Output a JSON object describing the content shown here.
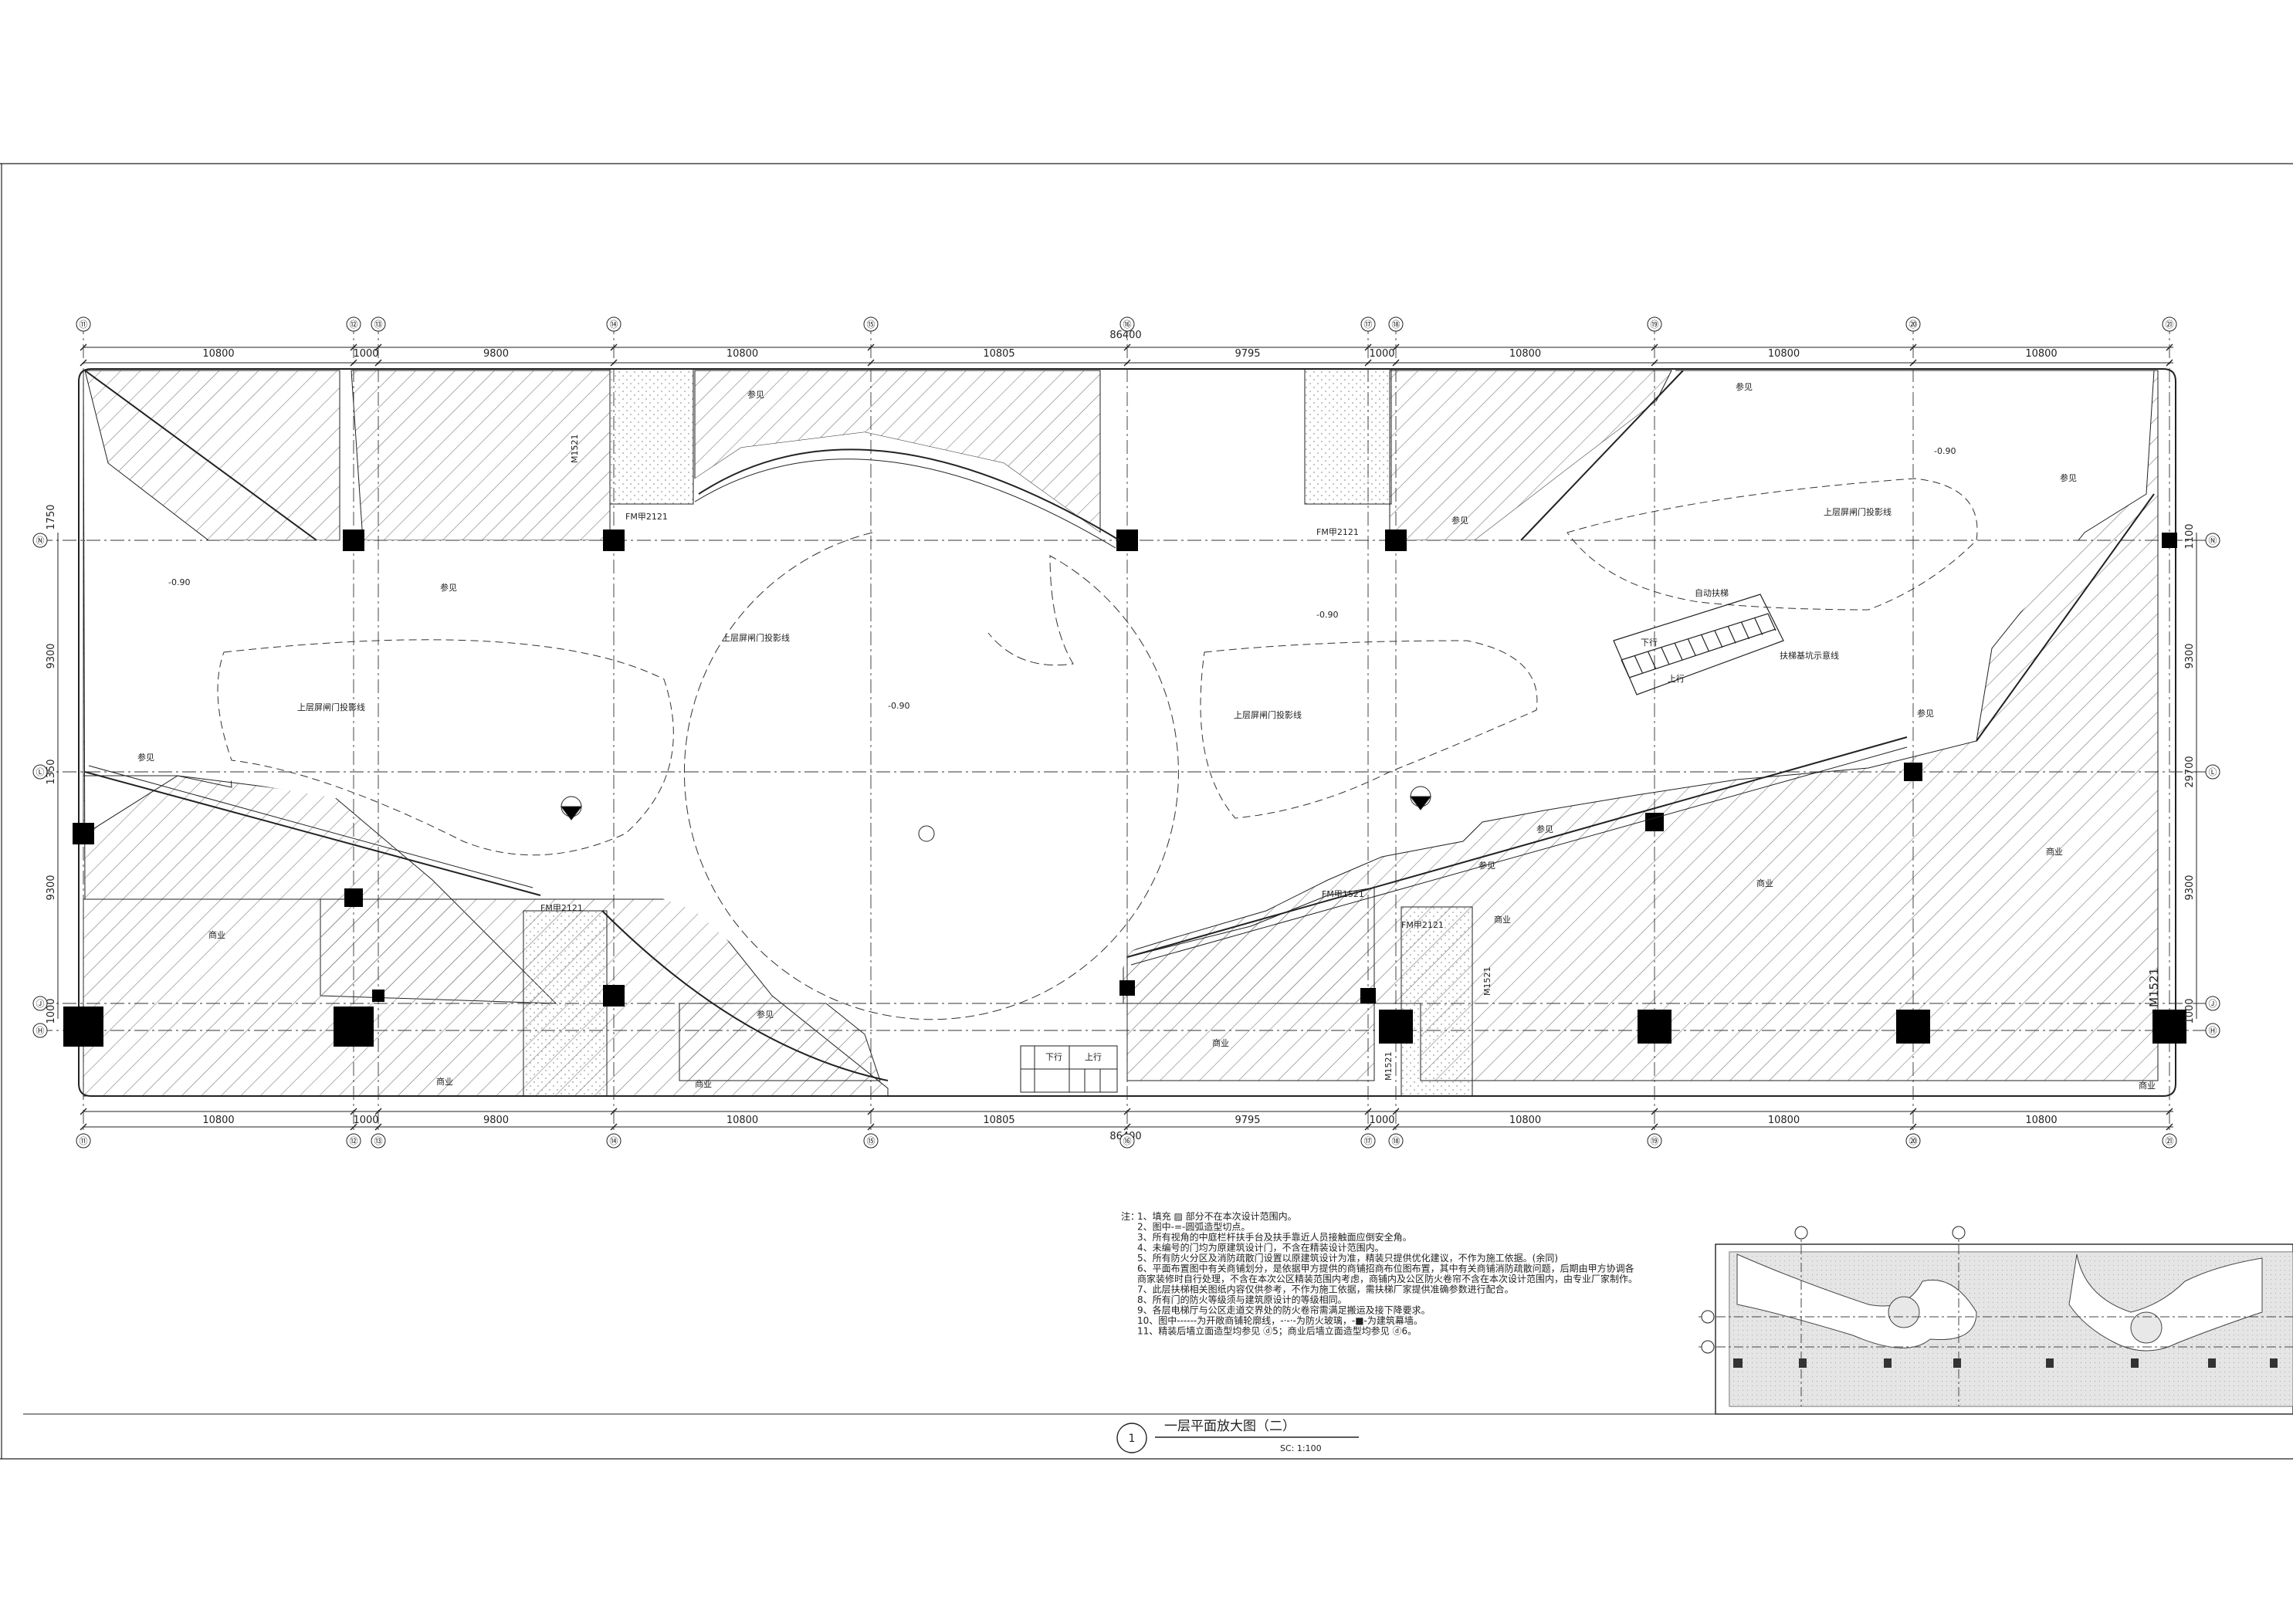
{
  "drawing": {
    "title": "一层平面放大图（二）",
    "title_number": "1",
    "scale": "SC: 1:100"
  },
  "axes": {
    "vertical": [
      "⑪",
      "⑫",
      "⑬",
      "⑭",
      "⑮",
      "⑯",
      "⑰",
      "⑱",
      "⑲",
      "⑳",
      "㉑"
    ],
    "horizontal": [
      "Ⓝ",
      "Ⓛ",
      "Ⓙ",
      "Ⓗ"
    ]
  },
  "dimensions": {
    "top": [
      "10800",
      "1000",
      "9800",
      "10800",
      "10805",
      "9795",
      "1000",
      "10800",
      "10800",
      "10800"
    ],
    "total": "86400",
    "left": [
      "1750",
      "9300",
      "1350",
      "9300",
      "1000"
    ],
    "right": [
      "1100",
      "9300",
      "29700",
      "9300",
      "1000"
    ]
  },
  "labels": {
    "projection_upper_door": "上层屏闸门投影线",
    "escalator_auto": "自动扶梯",
    "escalator_projection": "扶梯基坑示意线",
    "down": "下行",
    "up": "上行",
    "commercial": "商业",
    "elev_minus": "-0.90",
    "door_m1521": "M1521",
    "door_fm2121": "FM甲2121",
    "door_fm1521": "FM甲1521",
    "ref": "参见"
  },
  "notes": {
    "prefix": "注：",
    "items": [
      "1、填充 ▨ 部分不在本次设计范围内。",
      "2、图中-=-圆弧造型切点。",
      "3、所有视角的中庭栏杆扶手台及扶手靠近人员接触面应倒安全角。",
      "4、未编号的门均为原建筑设计门，不含在精装设计范围内。",
      "5、所有防火分区及消防疏散门设置以原建筑设计为准，精装只提供优化建议，不作为施工依据。(余同)",
      "6、平面布置图中有关商铺划分，是依据甲方提供的商铺招商布位图布置，其中有关商铺消防疏散问题，后期由甲方协调各",
      "   商家装修时自行处理，不含在本次公区精装范围内考虑，商铺内及公区防火卷帘不含在本次设计范围内，由专业厂家制作。",
      "7、此层扶梯相关图纸内容仅供参考，不作为施工依据，需扶梯厂家提供准确参数进行配合。",
      "8、所有门的防火等级须与建筑原设计的等级相同。",
      "9、各层电梯厅与公区走道交界处的防火卷帘需满足搬运及接下降要求。",
      "10、图中------为开敞商铺轮廓线，-·-·-为防火玻璃，-■-为建筑幕墙。",
      "11、精装后墙立面造型均参见 ⓓ5；商业后墙立面造型均参见 ⓓ6。"
    ]
  },
  "colors": {
    "line": "#222222",
    "axis": "#333333",
    "hatch": "#7a7a7a",
    "column": "#000000",
    "paper": "#ffffff",
    "dots": "#9a9a9a",
    "keyplan_fill": "#b8b8b8"
  },
  "icons": {
    "axis_bubble": "circle-label-icon",
    "section_mark": "section-marker-icon"
  }
}
